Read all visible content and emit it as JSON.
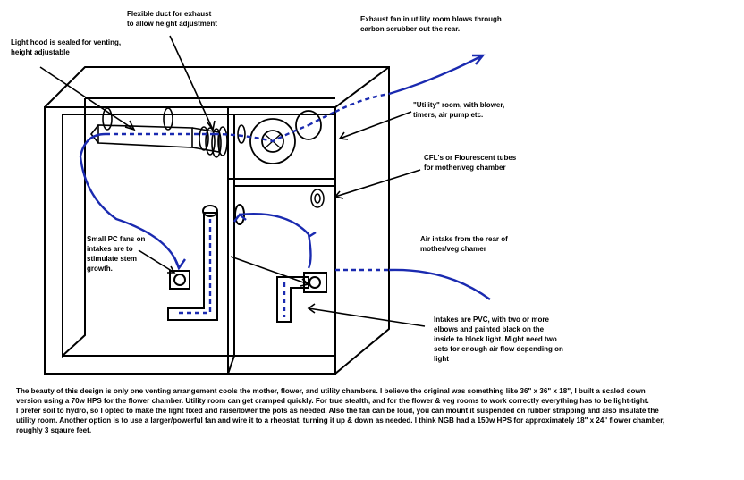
{
  "labels": {
    "flexible_duct": "Flexible duct for exhaust\nto allow height adjustment",
    "light_hood": "Light hood is sealed for venting,\nheight adjustable",
    "exhaust_fan": "Exhaust fan in utility room blows through\ncarbon scrubber out the rear.",
    "utility_room": "\"Utility\" room, with blower,\ntimers, air pump etc.",
    "cfl_tubes": "CFL's or Flourescent tubes\nfor mother/veg chamber",
    "pc_fans": "Small PC fans on\nintakes are to\nstimulate stem\ngrowth.",
    "air_intake": "Air intake from the rear of\nmother/veg chamer",
    "intakes_pvc": "Intakes are PVC, with two or more\nelbows and painted black on the\ninside to block light.  Might need two\nsets for enough air flow depending on\nlight"
  },
  "description": {
    "line1": "The beauty of this design is only one venting arrangement cools the mother, flower, and utility chambers. I believe the original was something like 36\" x 36\" x 18\", I built a scaled down",
    "line2": " version using a 70w HPS for the flower chamber. Utility room can get cramped quickly. For true stealth, and for the flower & veg rooms to work correctly everything has to be light-tight.",
    "line3": "I prefer soil to hydro, so I opted to make the light fixed and raise/lower the pots as needed. Also the fan can be loud, you can mount it suspended on rubber strapping and also insulate the",
    "line4": "utility room. Another option is to use a larger/powerful fan and wire it to a rheostat, turning it up & down as needed. I think NGB had a 150w HPS for approximately 18\" x 24\" flower chamber,",
    "line5": "roughly 3 sqaure feet."
  },
  "colors": {
    "airflow": "#1a2ab0",
    "outline": "#000000"
  }
}
